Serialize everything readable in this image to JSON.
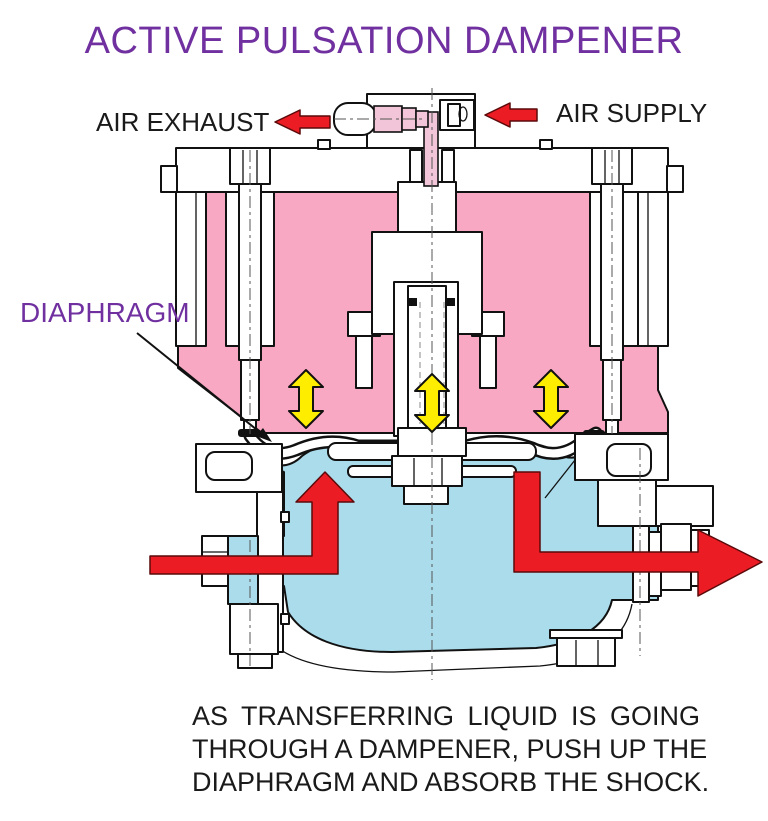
{
  "title": "ACTIVE PULSATION DAMPENER",
  "labels": {
    "air_exhaust": "AIR EXHAUST",
    "air_supply": "AIR SUPPLY",
    "diaphragm": "DIAPHRAGM"
  },
  "caption": {
    "lines": [
      "AS TRANSFERRING LIQUID IS GOING",
      "THROUGH A DAMPENER, PUSH UP THE",
      "DIAPHRAGM AND ABSORB THE SHOCK."
    ]
  },
  "colors": {
    "title": "#7030A0",
    "label": "#1A1A1A",
    "outline": "#111111",
    "pink": "#F9A8C3",
    "pink_light": "#F2C6D8",
    "blue": "#AADCEB",
    "red": "#EC1C24",
    "yellow": "#FFED00"
  }
}
